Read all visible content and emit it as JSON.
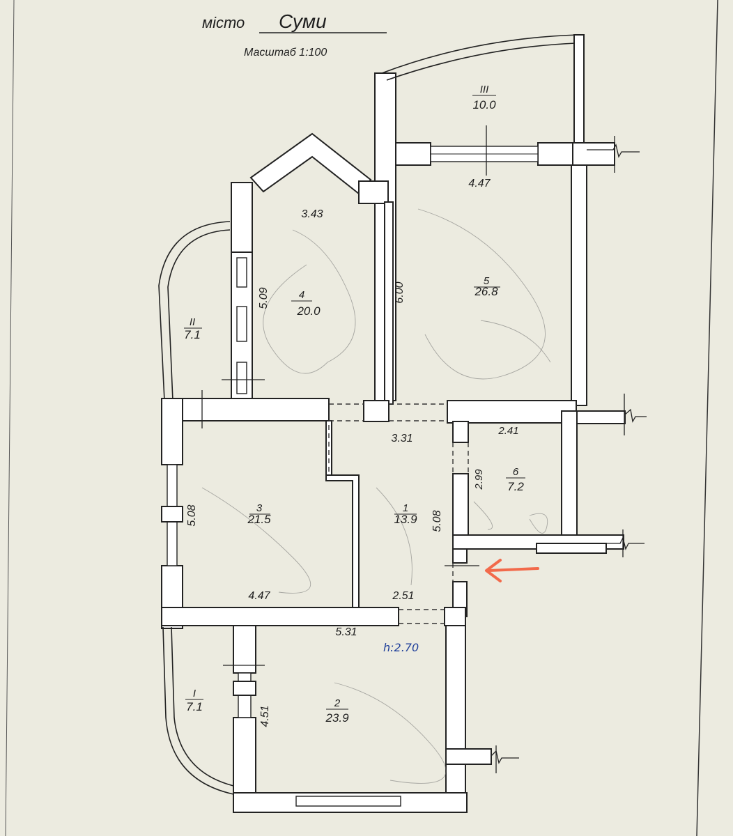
{
  "header": {
    "city_label": "місто",
    "city_name": "Суми",
    "scale": "Масштаб 1:100"
  },
  "ceiling_height_note": "h:2.70",
  "rooms": [
    {
      "number": "1",
      "area": "13.9"
    },
    {
      "number": "2",
      "area": "23.9"
    },
    {
      "number": "3",
      "area": "21.5"
    },
    {
      "number": "4",
      "area": "20.0"
    },
    {
      "number": "5",
      "area": "26.8"
    },
    {
      "number": "6",
      "area": "7.2"
    }
  ],
  "balconies": [
    {
      "number": "I",
      "area": "7.1"
    },
    {
      "number": "II",
      "area": "7.1"
    },
    {
      "number": "III",
      "area": "10.0"
    }
  ],
  "dimensions": {
    "d_3_43": "3.43",
    "d_5_09": "5.09",
    "d_6_00": "6.00",
    "d_4_47_top": "4.47",
    "d_3_31": "3.31",
    "d_2_41": "2.41",
    "d_2_99": "2.99",
    "d_5_08_left": "5.08",
    "d_5_08_mid": "5.08",
    "d_4_47_bottom": "4.47",
    "d_2_51": "2.51",
    "d_5_31": "5.31",
    "d_4_51": "4.51"
  },
  "colors": {
    "paper": "#ecebe0",
    "walls": "#222222",
    "pen_annotation": "#1f3f9a",
    "entrance_arrow": "#f26a4b"
  },
  "icons": {
    "entrance_arrow": "arrow-left-icon"
  }
}
